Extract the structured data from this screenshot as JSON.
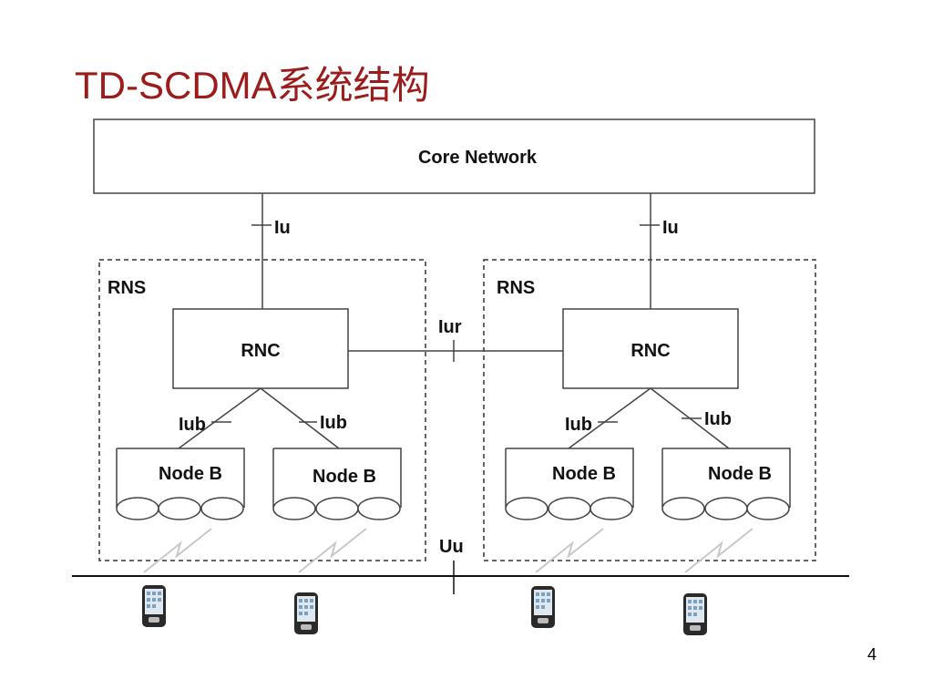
{
  "slide": {
    "title": "TD-SCDMA系统结构",
    "page_number": "4"
  },
  "diagram": {
    "core_network": "Core Network",
    "interfaces": {
      "iu": "Iu",
      "iur": "Iur",
      "iub": "Iub",
      "uu": "Uu"
    },
    "rns_label": "RNS",
    "rnc_label": "RNC",
    "node_b_label": "Node B"
  }
}
